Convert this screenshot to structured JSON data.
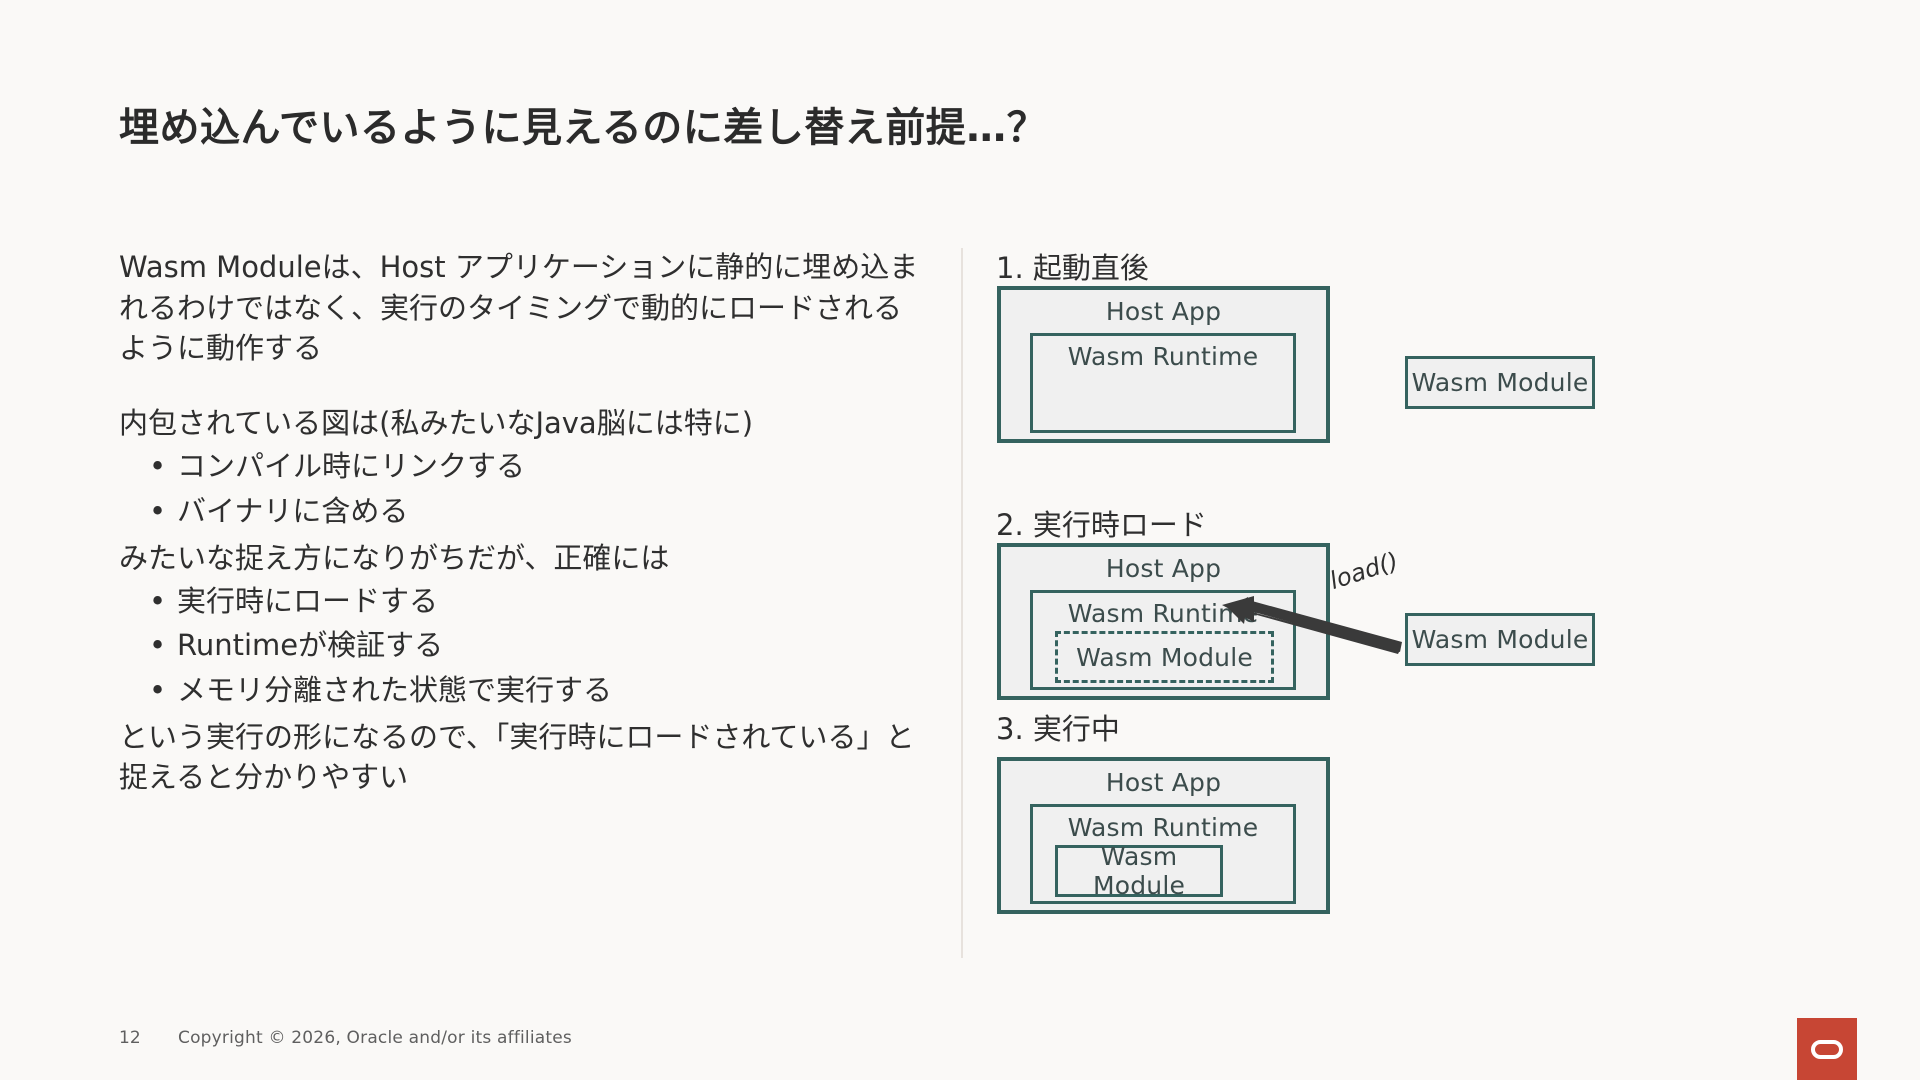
{
  "slide": {
    "title": "埋め込んでいるように見えるのに差し替え前提…？",
    "background_color": "#faf9f7"
  },
  "left_column": {
    "paragraph_1": "Wasm Moduleは、Host アプリケーションに静的に埋め込まれるわけではなく、実行のタイミングで動的にロードされるように動作する",
    "paragraph_2": "内包されている図は(私みたいなJava脳には特に)",
    "bullets_1": [
      "コンパイル時にリンクする",
      "バイナリに含める"
    ],
    "paragraph_3": "みたいな捉え方になりがちだが、正確には",
    "bullets_2": [
      "実行時にロードする",
      "Runtimeが検証する",
      "メモリ分離された状態で実行する"
    ],
    "paragraph_4": "という実行の形になるので、「実行時にロードされている」と捉えると分かりやすい",
    "bullet_glyph": "•"
  },
  "right_column": {
    "accent_border_color": "#35635f",
    "box_fill_color": "#f0f0f0",
    "steps": [
      {
        "label": "1. 起動直後",
        "host_app": "Host App",
        "wasm_runtime": "Wasm Runtime",
        "inner_module": null,
        "external_module": "Wasm Module",
        "arrow_label": null
      },
      {
        "label": "2. 実行時ロード",
        "host_app": "Host App",
        "wasm_runtime": "Wasm Runtime",
        "inner_module": "Wasm Module",
        "external_module": "Wasm Module",
        "arrow_label": "load()"
      },
      {
        "label": "3. 実行中",
        "host_app": "Host App",
        "wasm_runtime": "Wasm Runtime",
        "inner_module": "Wasm Module",
        "external_module": null,
        "arrow_label": null
      }
    ]
  },
  "footer": {
    "page_number": "12",
    "copyright": "Copyright © 2026, Oracle and/or its affiliates",
    "logo_color": "#c74634",
    "logo_name": "oracle-logo"
  }
}
